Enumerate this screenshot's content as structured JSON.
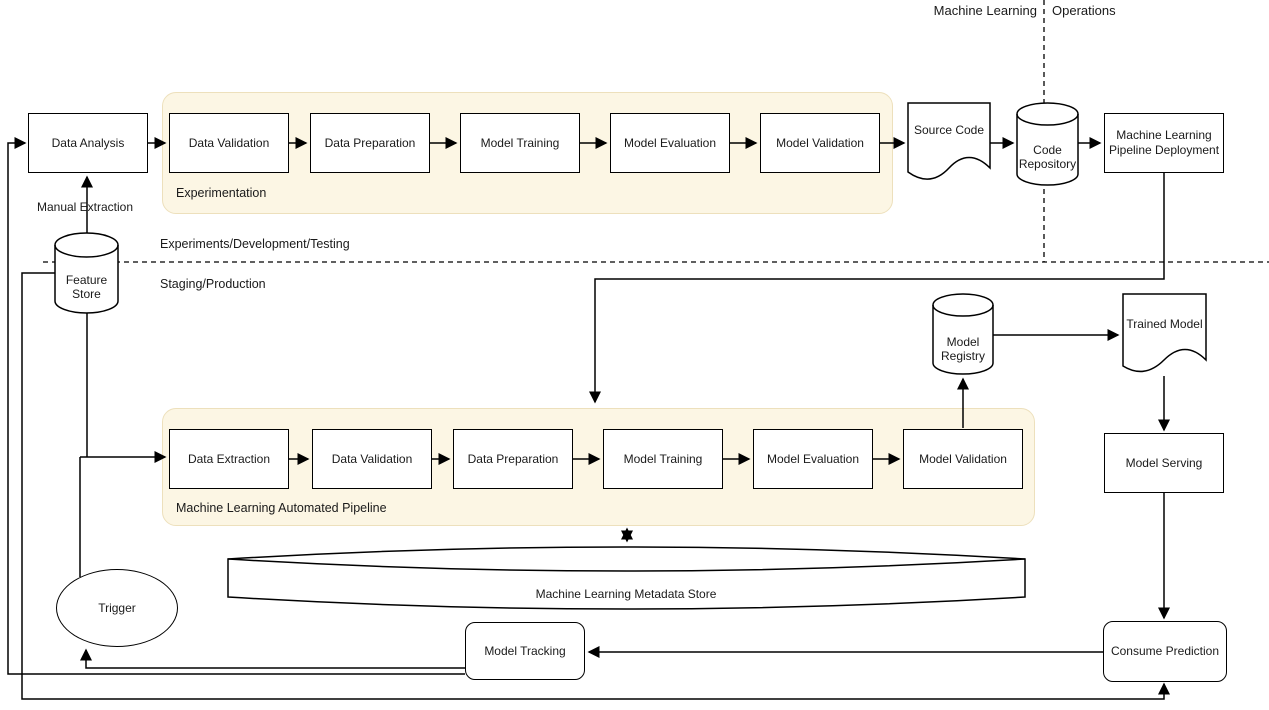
{
  "top_labels": {
    "machine_learning": "Machine Learning",
    "operations": "Operations"
  },
  "zone_labels": {
    "experiments": "Experiments/Development/Testing",
    "staging": "Staging/Production"
  },
  "containers": {
    "experimentation": "Experimentation",
    "automated_pipeline": "Machine Learning Automated Pipeline"
  },
  "experimentation_steps": [
    "Data Validation",
    "Data Preparation",
    "Model Training",
    "Model Evaluation",
    "Model Validation"
  ],
  "automated_steps": [
    "Data Extraction",
    "Data Validation",
    "Data Preparation",
    "Model Training",
    "Model Evaluation",
    "Model Validation"
  ],
  "nodes": {
    "data_analysis": "Data Analysis",
    "source_code": "Source Code",
    "code_repository": "Code Repository",
    "pipeline_deployment": "Machine Learning Pipeline Deployment",
    "feature_store": "Feature Store",
    "model_registry": "Model Registry",
    "trained_model": "Trained Model",
    "model_serving": "Model Serving",
    "metadata_store": "Machine Learning Metadata Store",
    "trigger": "Trigger",
    "model_tracking": "Model Tracking",
    "consume_prediction": "Consume Prediction"
  },
  "edge_labels": {
    "manual_extraction": "Manual Extraction"
  },
  "colors": {
    "container_fill": "#FCF6E4",
    "container_border": "#EDE0BC",
    "node_fill": "#FFFFFF",
    "stroke": "#000000",
    "text": "#1A1A1A"
  }
}
